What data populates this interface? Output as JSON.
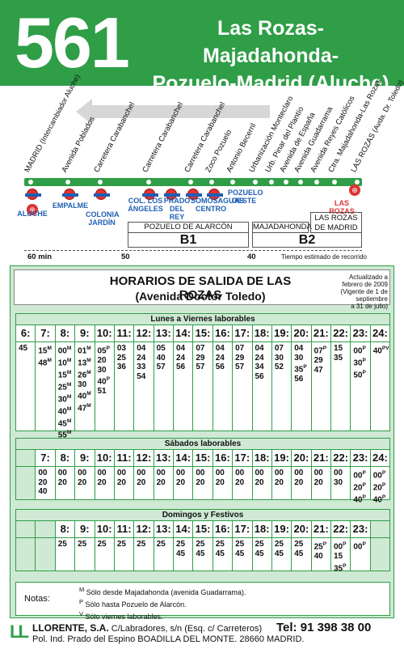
{
  "header": {
    "line": "561",
    "route_line1": "Las Rozas-Majadahonda-",
    "route_line2": "Pozuelo-Madrid (Aluche)"
  },
  "map": {
    "stops": [
      {
        "label": "MADRID",
        "sub": "(Intercambiador Aluche)"
      },
      {
        "label": "Avenida Poblados",
        "sub": ""
      },
      {
        "label": "Carretera Carabanchel",
        "sub": ""
      },
      {
        "label": "Carretera Carabanchel",
        "sub": ""
      },
      {
        "label": "Carretera Carabanchel",
        "sub": ""
      },
      {
        "label": "Zoco Pozuelo",
        "sub": ""
      },
      {
        "label": "Antonio Becerril",
        "sub": ""
      },
      {
        "label": "Urbanización Monteclaro",
        "sub": ""
      },
      {
        "label": "Urb. Pinar del Plantío",
        "sub": ""
      },
      {
        "label": "Avenida de España",
        "sub": ""
      },
      {
        "label": "Avenida Guadarrama",
        "sub": ""
      },
      {
        "label": "Avenida Reyes Católicos",
        "sub": ""
      },
      {
        "label": "Ctra. Majadahonda-Las Rozas",
        "sub": ""
      },
      {
        "label": "LAS ROZAS",
        "sub": "(Avda. Dr. Toledo)"
      }
    ],
    "connections": {
      "aluche": "ALUCHE",
      "empalme": "EMPALME",
      "colonia_jardin": "COLONIA JARDÍN",
      "col_angeles": "COL. LOS ÁNGELES",
      "prado_rey": "PRADO DEL REY",
      "somosaguas": "SOMOSAGUAS CENTRO",
      "pozuelo_oeste": "POZUELO OESTE",
      "las_rozas": "LAS ROZAS"
    },
    "zones": {
      "pozuelo": "POZUELO DE ALARCÓN",
      "majadahonda": "MAJADAHONDA",
      "las_rozas_madrid": "LAS ROZAS DE MADRID",
      "b1": "B1",
      "b2": "B2"
    },
    "times": {
      "t60": "60 min",
      "t50": "50",
      "t40": "40"
    },
    "time_note": "Tiempo estimado de recorrido"
  },
  "schedule": {
    "title": "HORARIOS DE SALIDA DE LAS ROZAS",
    "subtitle": "(Avenida Doctor Toledo)",
    "updated_line1": "Actualizado a",
    "updated_line2": "febrero de 2009",
    "updated_line3": "(Vigente de 1 de septiembre",
    "updated_line4": "a 31 de julio)",
    "weekdays": {
      "title": "Lunes a Viernes laborables",
      "hours": [
        "6:",
        "7:",
        "8:",
        "9:",
        "10:",
        "11:",
        "12:",
        "13:",
        "14:",
        "15:",
        "16:",
        "17:",
        "18:",
        "19:",
        "20:",
        "21:",
        "22:",
        "23:",
        "24:"
      ],
      "columns": [
        [
          "45"
        ],
        [
          "15M",
          "48M"
        ],
        [
          "00M",
          "10M",
          "15M",
          "25M",
          "30M",
          "40M",
          "45M",
          "55M"
        ],
        [
          "01M",
          "13M",
          "26M",
          "30",
          "40M",
          "47M"
        ],
        [
          "05P",
          "20",
          "30",
          "40P",
          "51"
        ],
        [
          "03",
          "25",
          "36"
        ],
        [
          "04",
          "24",
          "33",
          "54"
        ],
        [
          "05",
          "40",
          "57"
        ],
        [
          "04",
          "24",
          "56"
        ],
        [
          "07",
          "29",
          "57"
        ],
        [
          "04",
          "24",
          "56"
        ],
        [
          "07",
          "29",
          "57"
        ],
        [
          "04",
          "24",
          "34",
          "56"
        ],
        [
          "07",
          "30",
          "52"
        ],
        [
          "04",
          "30",
          "35P",
          "56"
        ],
        [
          "07P",
          "29",
          "47"
        ],
        [
          "15",
          "35"
        ],
        [
          "00P",
          "30P",
          "50P"
        ],
        [
          "40PV"
        ]
      ]
    },
    "saturdays": {
      "title": "Sábados laborables",
      "hours": [
        "",
        "7:",
        "8:",
        "9:",
        "10:",
        "11:",
        "12:",
        "13:",
        "14:",
        "15:",
        "16:",
        "17:",
        "18:",
        "19:",
        "20:",
        "21:",
        "22:",
        "23:",
        "24:"
      ],
      "columns": [
        [],
        [
          "00",
          "20",
          "40"
        ],
        [
          "00",
          "20"
        ],
        [
          "00",
          "20"
        ],
        [
          "00",
          "20"
        ],
        [
          "00",
          "20"
        ],
        [
          "00",
          "20"
        ],
        [
          "00",
          "20"
        ],
        [
          "00",
          "20"
        ],
        [
          "00",
          "20"
        ],
        [
          "00",
          "20"
        ],
        [
          "00",
          "20"
        ],
        [
          "00",
          "20"
        ],
        [
          "00",
          "20"
        ],
        [
          "00",
          "20"
        ],
        [
          "00",
          "20"
        ],
        [
          "00",
          "30"
        ],
        [
          "00P",
          "20P",
          "40P"
        ],
        [
          "00P",
          "20P",
          "40P"
        ]
      ]
    },
    "sundays": {
      "title": "Domingos y Festivos",
      "hours": [
        "",
        "",
        "8:",
        "9:",
        "10:",
        "11:",
        "12:",
        "13:",
        "14:",
        "15:",
        "16:",
        "17:",
        "18:",
        "19:",
        "20:",
        "21:",
        "22:",
        "23:",
        ""
      ],
      "columns": [
        [],
        [],
        [
          "25"
        ],
        [
          "25"
        ],
        [
          "25"
        ],
        [
          "25"
        ],
        [
          "25"
        ],
        [
          "25"
        ],
        [
          "25",
          "45"
        ],
        [
          "25",
          "45"
        ],
        [
          "25",
          "45"
        ],
        [
          "25",
          "45"
        ],
        [
          "25",
          "45"
        ],
        [
          "25",
          "45"
        ],
        [
          "25",
          "45"
        ],
        [
          "25P",
          "40"
        ],
        [
          "00P",
          "15",
          "35P"
        ],
        [
          "00P"
        ],
        []
      ]
    }
  },
  "notes": {
    "label": "Notas:",
    "items": [
      {
        "mark": "M",
        "text": "Sólo desde Majadahonda (avenida Guadarrama)."
      },
      {
        "mark": "P",
        "text": "Sólo hasta Pozuelo de Alarcón."
      },
      {
        "mark": "V",
        "text": "Sólo viernes laborables."
      }
    ]
  },
  "footer": {
    "logo": "LL",
    "company": "LLORENTE, S.A.",
    "address1": "C/Labradores, s/n (Esq. c/ Carreteros)",
    "address2": "Pol. Ind. Prado del Espino BOADILLA DEL MONTE. 28660 MADRID.",
    "phone": "Tel: 91 398 38 00"
  },
  "colors": {
    "brand": "#2f9e47",
    "panel": "#cfe9d4",
    "metro": "#d33"
  }
}
